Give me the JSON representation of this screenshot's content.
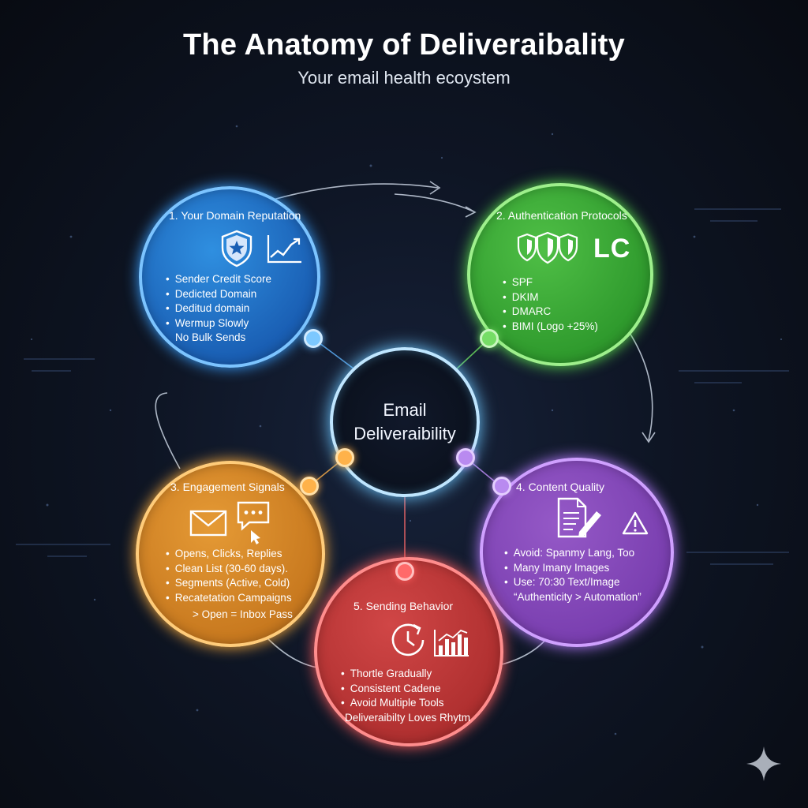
{
  "header": {
    "title": "The Anatomy of Deliveraibality",
    "subtitle": "Your email health ecoystem"
  },
  "center": {
    "line1": "Email",
    "line2": "Deliveraibility"
  },
  "sections": {
    "domain": {
      "title": "1. Your Domain Reputation",
      "items": [
        "Sender Credit Score",
        "Dedicted Domain",
        "Deditud domain",
        "Wermup Slowly"
      ],
      "note": "No Bulk Sends",
      "color": "#1a5fb4",
      "icons": [
        "shield-star-icon",
        "trend-chart-icon"
      ]
    },
    "auth": {
      "title": "2. Authentication Protocols",
      "items": [
        "SPF",
        "DKIM",
        "DMARC",
        "BIMI (Logo +25%)"
      ],
      "logo_text": "LC",
      "color": "#2f9a2d",
      "icons": [
        "shields-icon"
      ]
    },
    "engagement": {
      "title": "3. Engagement Signals",
      "items": [
        "Opens, Clicks, Replies",
        "Clean List (30-60 days).",
        "Segments (Active, Cold)",
        "Recatetation Campaigns"
      ],
      "note": "> Open = Inbox Pass",
      "color": "#c8791f",
      "icons": [
        "envelope-icon",
        "chat-bubble-icon",
        "cursor-icon"
      ]
    },
    "content": {
      "title": "4. Content Quality",
      "items": [
        "Avoid: Spanmy Lang, Too",
        "Many Imany Images",
        "Use: 70:30 Text/Image"
      ],
      "note": "“Authenticity > Automation”",
      "color": "#7a3fb0",
      "icons": [
        "document-pen-icon",
        "warning-icon"
      ]
    },
    "sending": {
      "title": "5. Sending Behavior",
      "items": [
        "Thortle Gradually",
        "Consistent Cadene",
        "Avoid Multiple Tools"
      ],
      "note": "Deliveraibilty Loves Rhytm",
      "color": "#b03030",
      "icons": [
        "clock-icon",
        "bar-chart-icon"
      ]
    }
  }
}
